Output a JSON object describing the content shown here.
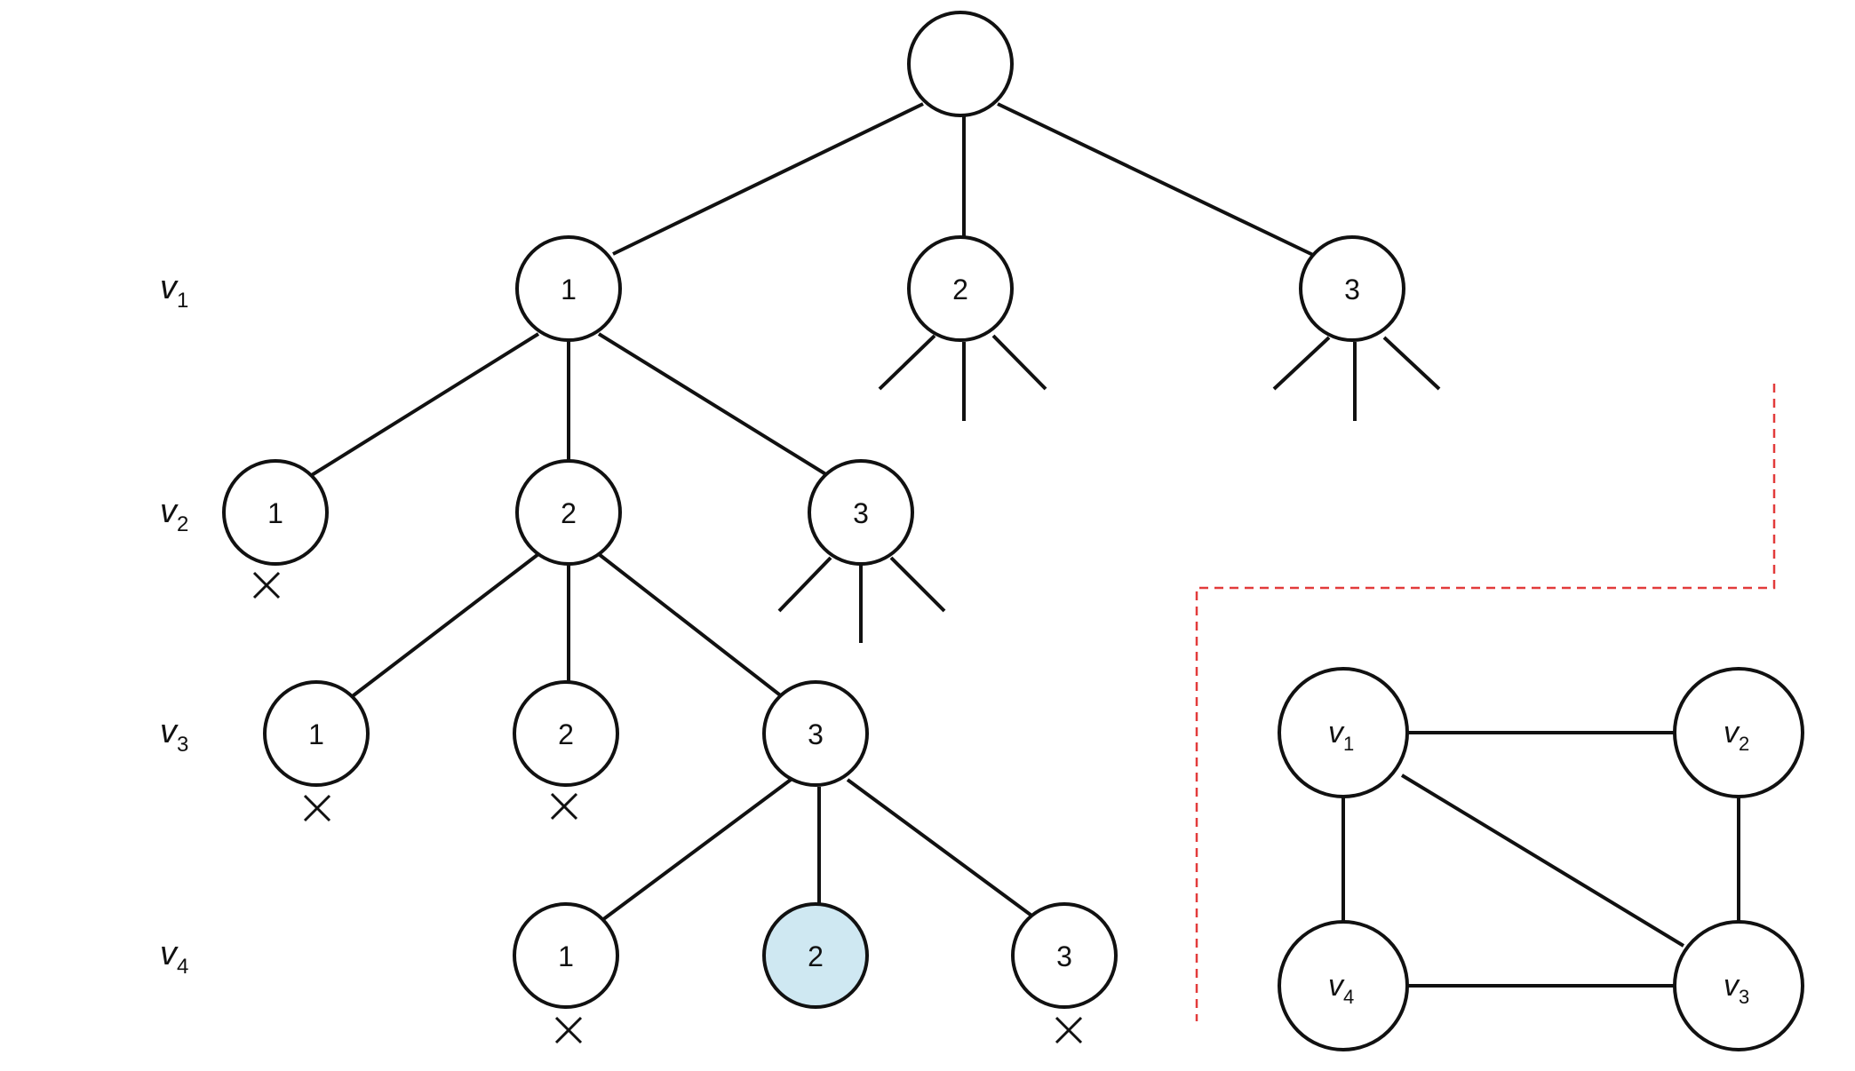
{
  "tree": {
    "level_labels": [
      {
        "base": "v",
        "sub": "1"
      },
      {
        "base": "v",
        "sub": "2"
      },
      {
        "base": "v",
        "sub": "3"
      },
      {
        "base": "v",
        "sub": "4"
      }
    ],
    "root": {
      "label": ""
    },
    "level1": [
      {
        "label": "1"
      },
      {
        "label": "2"
      },
      {
        "label": "3"
      }
    ],
    "level2": [
      {
        "label": "1",
        "pruned": true
      },
      {
        "label": "2"
      },
      {
        "label": "3"
      }
    ],
    "level3": [
      {
        "label": "1",
        "pruned": true
      },
      {
        "label": "2",
        "pruned": true
      },
      {
        "label": "3"
      }
    ],
    "level4": [
      {
        "label": "1",
        "pruned": true
      },
      {
        "label": "2",
        "solution": true
      },
      {
        "label": "3",
        "pruned": true
      }
    ],
    "pruned_mark": "×"
  },
  "graph": {
    "nodes": [
      {
        "id": "v1",
        "base": "v",
        "sub": "1"
      },
      {
        "id": "v2",
        "base": "v",
        "sub": "2"
      },
      {
        "id": "v3",
        "base": "v",
        "sub": "3"
      },
      {
        "id": "v4",
        "base": "v",
        "sub": "4"
      }
    ],
    "edges": [
      [
        "v1",
        "v2"
      ],
      [
        "v1",
        "v3"
      ],
      [
        "v1",
        "v4"
      ],
      [
        "v2",
        "v3"
      ],
      [
        "v3",
        "v4"
      ]
    ]
  },
  "colors": {
    "line": "#111111",
    "highlight_fill": "#cfe8f2",
    "divider": "#e23b3b"
  }
}
